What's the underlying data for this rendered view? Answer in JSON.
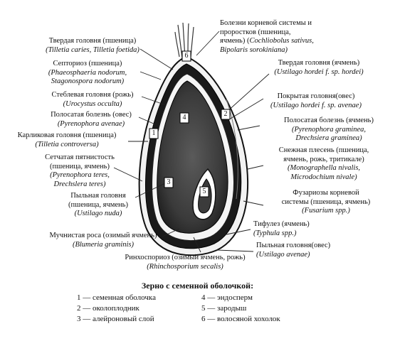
{
  "labels": {
    "root_rot": {
      "title": "Болезни корневой системы и проростков (пшеница, ячмень)",
      "l1": "Болезни корневой системы и",
      "l2": "проростков (пшеница,",
      "l3": "ячмень) (",
      "l3i": "Cochliobolus sativus,",
      "l4i": "Bipolaris sorokiniana)"
    },
    "common_bunt": {
      "l1": "Твердая головня (пшеница)",
      "l2": "(Tilletia caries, Tilletia foetida)"
    },
    "septoria": {
      "l1": "Септориоз (пшеница)",
      "l2": "(Phaeosphaeria nodorum,",
      "l3": "Stagonospora nodorum)"
    },
    "stem_smut": {
      "l1": "Стеблевая головня (рожь)",
      "l2": "(Urocystus occulta)"
    },
    "stripe_oat": {
      "l1": "Полосатая болезнь (овес)",
      "l2": "(Pyrenophora avenae)"
    },
    "dwarf_bunt": {
      "l1": "Карликовая головня (пшеница)",
      "l2": "(Tilletia controversa)"
    },
    "net_blotch": {
      "l1": "Сетчатая пятнистость",
      "l2": "(пшеница, ячмень)",
      "l3": "(Pyrenophora teres,",
      "l4": "Drechslera teres)"
    },
    "loose_smut": {
      "l1": "Пыльная головня",
      "l2": "(пшеница, ячмень)",
      "l3": "(Ustilago nuda)"
    },
    "mildew": {
      "l1": "Мучнистая роса (озимый ячмень)",
      "l2": "(Blumeria graminis)"
    },
    "scald": {
      "l1": "Ринхоспориоз (озимый ячмень, рожь)",
      "l2": "(Rhinchosporium secalis)"
    },
    "covered_barley": {
      "l1": "Твердая головня (ячмень)",
      "l2": "(Ustilago hordei f. sp. hordei)"
    },
    "covered_oat": {
      "l1": "Покрытая головня(овес)",
      "l2": "(Ustilago hordei f. sp. avenae)"
    },
    "stripe_barley": {
      "l1": "Полосатая болезнь (ячмень)",
      "l2": "(Pyrenophora graminea,",
      "l3": "Drechsiera graminea)"
    },
    "snow_mold": {
      "l1": "Снежная плесень (пшеница,",
      "l2": "ячмень, рожь, тритикале)",
      "l3": "(Monographella nivalis,",
      "l4": "Microdochium nivale)"
    },
    "fusarium": {
      "l1": "Фузариозы корневой",
      "l2": "системы (пшеница, ячмень)",
      "l3": "(Fusarium spp.)"
    },
    "typhula": {
      "l1": "Тифулез (ячмень)",
      "l2": "(Typhula spp.)"
    },
    "loose_oat": {
      "l1": "Пыльная головня(овес)",
      "l2": "(Ustilago avenae)"
    }
  },
  "numbers": {
    "n1": "1",
    "n2": "2",
    "n3": "3",
    "n4": "4",
    "n5": "5",
    "n6": "6"
  },
  "legend": {
    "title": "Зерно с семенной оболочкой:",
    "items": [
      "1 — семенная оболочка",
      "2 — околоплодник",
      "3 — алейроновый слой",
      "4 — эндосперм",
      "5 — зародыш",
      "6 — волосяной хохолок"
    ]
  }
}
